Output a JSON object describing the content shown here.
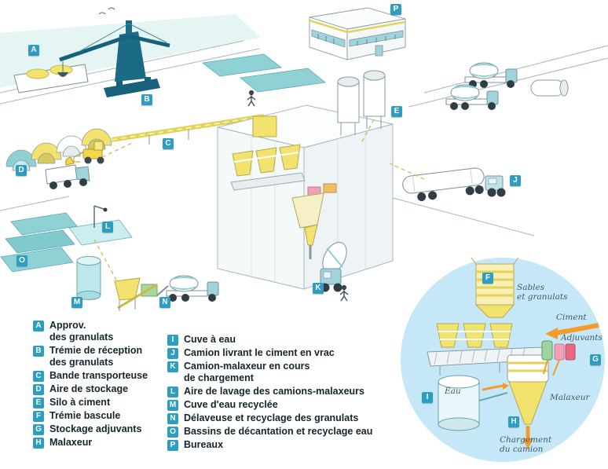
{
  "colors": {
    "badge": "#2d9dc0",
    "legend_text": "#16242c",
    "accent_yellow": "#f2e36e",
    "teal": "#8ed0d4",
    "dark_teal": "#17617c",
    "orange_arrow": "#f39c2c",
    "inset_background": "#c6e7f8"
  },
  "legend": {
    "col1": [
      {
        "key": "A",
        "label": "Approv.\ndes granulats"
      },
      {
        "key": "B",
        "label": "Trémie de réception\ndes granulats"
      },
      {
        "key": "C",
        "label": "Bande transporteuse"
      },
      {
        "key": "D",
        "label": "Aire de stockage"
      },
      {
        "key": "E",
        "label": "Silo à ciment"
      },
      {
        "key": "F",
        "label": "Trémie bascule"
      },
      {
        "key": "G",
        "label": "Stockage adjuvants"
      },
      {
        "key": "H",
        "label": "Malaxeur"
      }
    ],
    "col2": [
      {
        "key": "I",
        "label": "Cuve à eau"
      },
      {
        "key": "J",
        "label": "Camion livrant le ciment en vrac"
      },
      {
        "key": "K",
        "label": "Camion-malaxeur en cours\nde chargement"
      },
      {
        "key": "L",
        "label": "Aire de lavage des camions-malaxeurs"
      },
      {
        "key": "M",
        "label": "Cuve d'eau recyclée"
      },
      {
        "key": "N",
        "label": "Délaveuse et recyclage des granulats"
      },
      {
        "key": "O",
        "label": "Bassins de décantation et recyclage eau"
      },
      {
        "key": "P",
        "label": "Bureaux"
      }
    ]
  },
  "inset": {
    "labels": {
      "granulats": "Sables\net granulats",
      "ciment": "Ciment",
      "adjuvants": "Adjuvants",
      "eau": "Eau",
      "malaxeur": "Malaxeur",
      "chargement": "Chargement\ndu camion"
    }
  }
}
